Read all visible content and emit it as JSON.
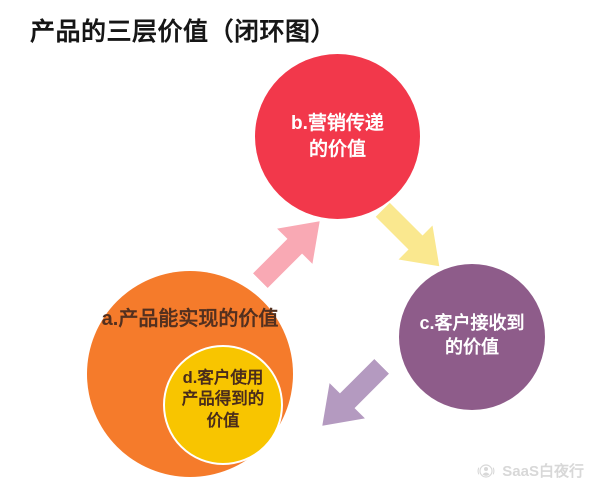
{
  "title": "产品的三层价值（闭环图）",
  "diagram": {
    "circles": {
      "marketing": {
        "line1": "b.营销传递",
        "line2": "的价值",
        "fill": "#F2384B",
        "text_color": "#FFFFFF"
      },
      "received": {
        "line1": "c.客户接收到",
        "line2": "的价值",
        "fill": "#8E5C8A",
        "text_color": "#FFFFFF"
      },
      "product": {
        "label": "a.产品能实现的价值",
        "fill": "#F57B2B",
        "text_color": "#53301F"
      },
      "usage": {
        "line1": "d.客户使用",
        "line2": "产品得到的",
        "line3": "价值",
        "fill": "#F8C500",
        "text_color": "#4A2C1B",
        "border_color": "#FFFFFF"
      }
    },
    "arrows": {
      "product_to_marketing": {
        "direction": "up-right",
        "color": "#F9A9B4"
      },
      "marketing_to_received": {
        "direction": "down-right",
        "color": "#FAE88F"
      },
      "received_to_product": {
        "direction": "down-left",
        "color": "#B49AC0"
      }
    }
  },
  "watermark": {
    "text": "SaaS白夜行",
    "icon": "wechat-official-account-icon",
    "color": "#D8D8D8"
  }
}
